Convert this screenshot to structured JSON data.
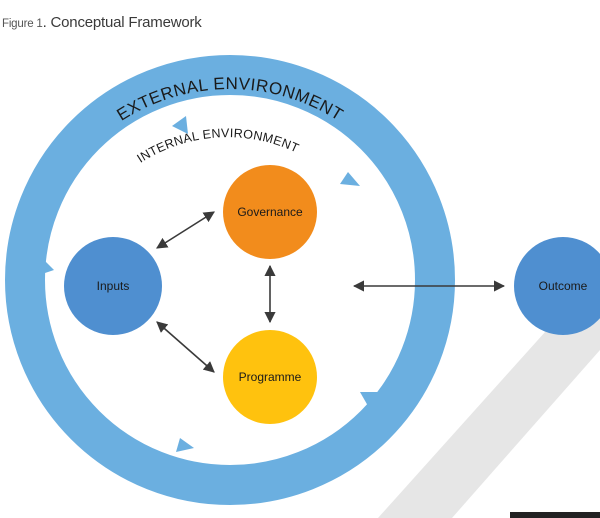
{
  "caption": {
    "figure_label": "Figure 1",
    "title": "Conceptual Framework"
  },
  "diagram": {
    "outer_ring_label": "EXTERNAL ENVIRONMENT",
    "inner_ring_label": "INTERNAL ENVIRONMENT",
    "nodes": {
      "governance": "Governance",
      "inputs": "Inputs",
      "programme": "Programme",
      "outcome": "Outcome"
    },
    "colors": {
      "ring": "#6BAFE0",
      "inputs": "#4F8FD0",
      "outcome": "#4F8FD0",
      "governance": "#F28C1C",
      "programme": "#FFC20E",
      "arrow": "#3a3a3a",
      "background_band": "#E6E6E6"
    }
  }
}
